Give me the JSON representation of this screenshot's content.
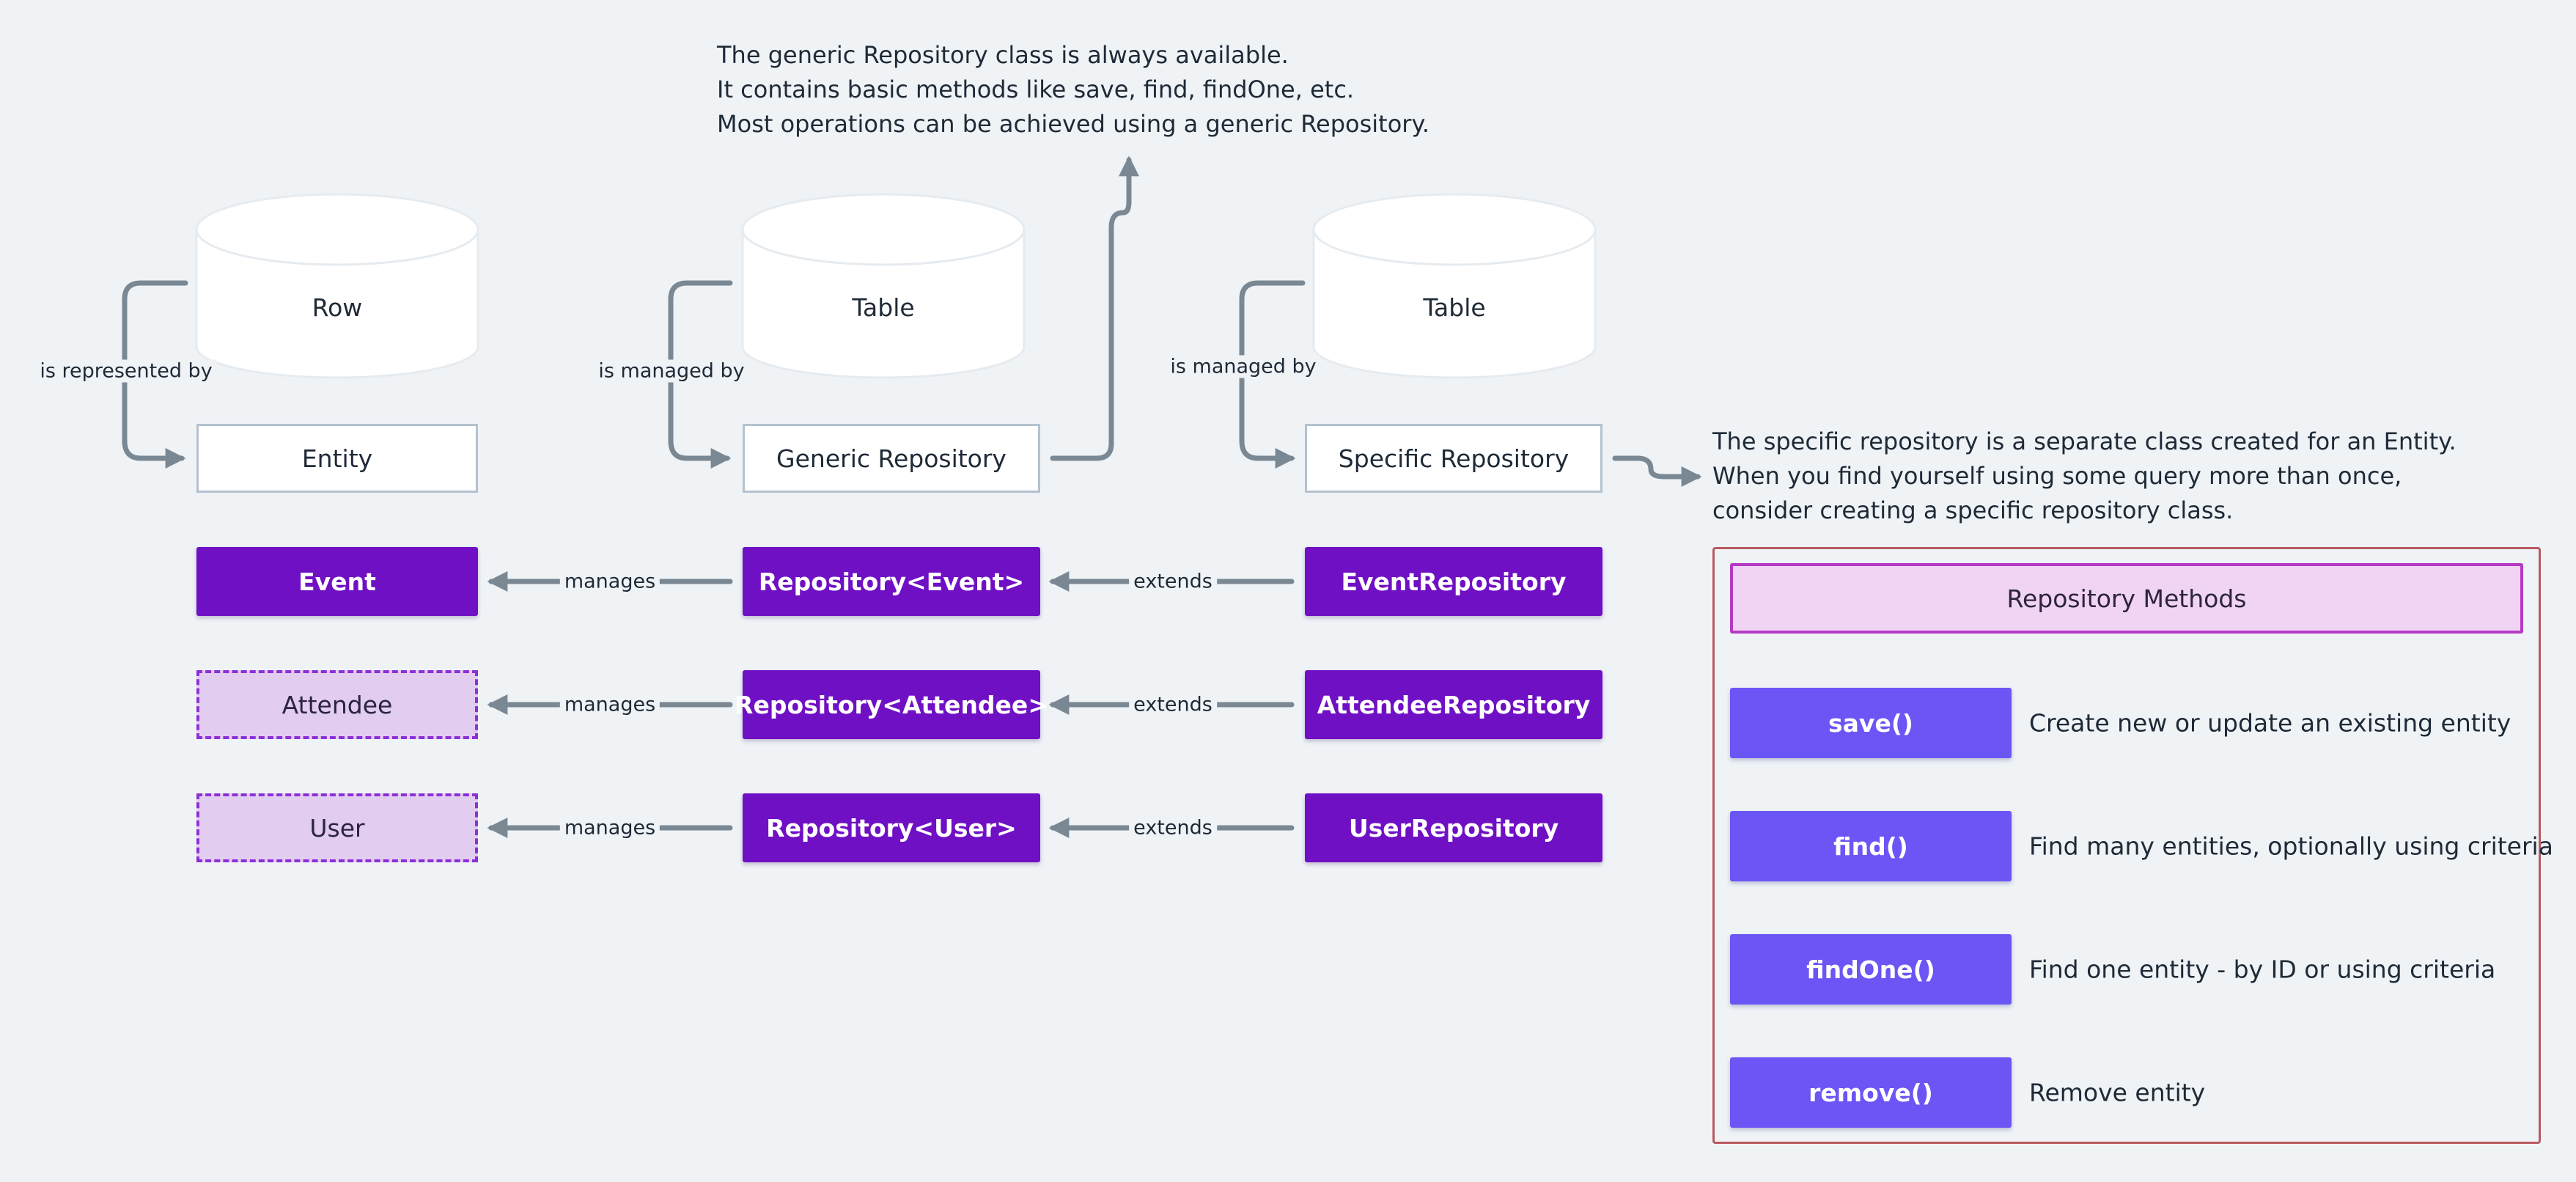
{
  "top_note": {
    "lines": [
      "The generic Repository class is always available.",
      "It contains basic methods like save, find, findOne, etc.",
      "Most operations can be achieved using a generic Repository."
    ]
  },
  "specific_note": {
    "lines": [
      "The specific repository is a separate class created for an Entity.",
      "When you find yourself using some query more than once,",
      "consider creating a specific repository class."
    ]
  },
  "columns": {
    "entity": {
      "db_label": "Row",
      "relation": "is represented by",
      "box": "Entity"
    },
    "generic": {
      "db_label": "Table",
      "relation": "is managed by",
      "box": "Generic Repository"
    },
    "specific": {
      "db_label": "Table",
      "relation": "is managed by",
      "box": "Specific Repository"
    }
  },
  "rows": [
    {
      "entity": "Event",
      "entity_style": "solid",
      "manages": "manages",
      "repository": "Repository<Event>",
      "extends": "extends",
      "specific": "EventRepository"
    },
    {
      "entity": "Attendee",
      "entity_style": "dashed",
      "manages": "manages",
      "repository": "Repository<Attendee>",
      "extends": "extends",
      "specific": "AttendeeRepository"
    },
    {
      "entity": "User",
      "entity_style": "dashed",
      "manages": "manages",
      "repository": "Repository<User>",
      "extends": "extends",
      "specific": "UserRepository"
    }
  ],
  "methods_panel": {
    "title": "Repository Methods",
    "methods": [
      {
        "name": "save()",
        "description": "Create new or update an existing entity"
      },
      {
        "name": "find()",
        "description": "Find many entities, optionally using criteria"
      },
      {
        "name": "findOne()",
        "description": "Find one entity - by ID or using criteria"
      },
      {
        "name": "remove()",
        "description": "Remove entity"
      }
    ]
  },
  "colors": {
    "background": "#eff3f6",
    "connector": "#7a8894",
    "entity_purple": "#7010c4",
    "dashed_fill": "#e2cdf1",
    "method_blue": "#6b55f5",
    "panel_border": "#b85a5f"
  }
}
